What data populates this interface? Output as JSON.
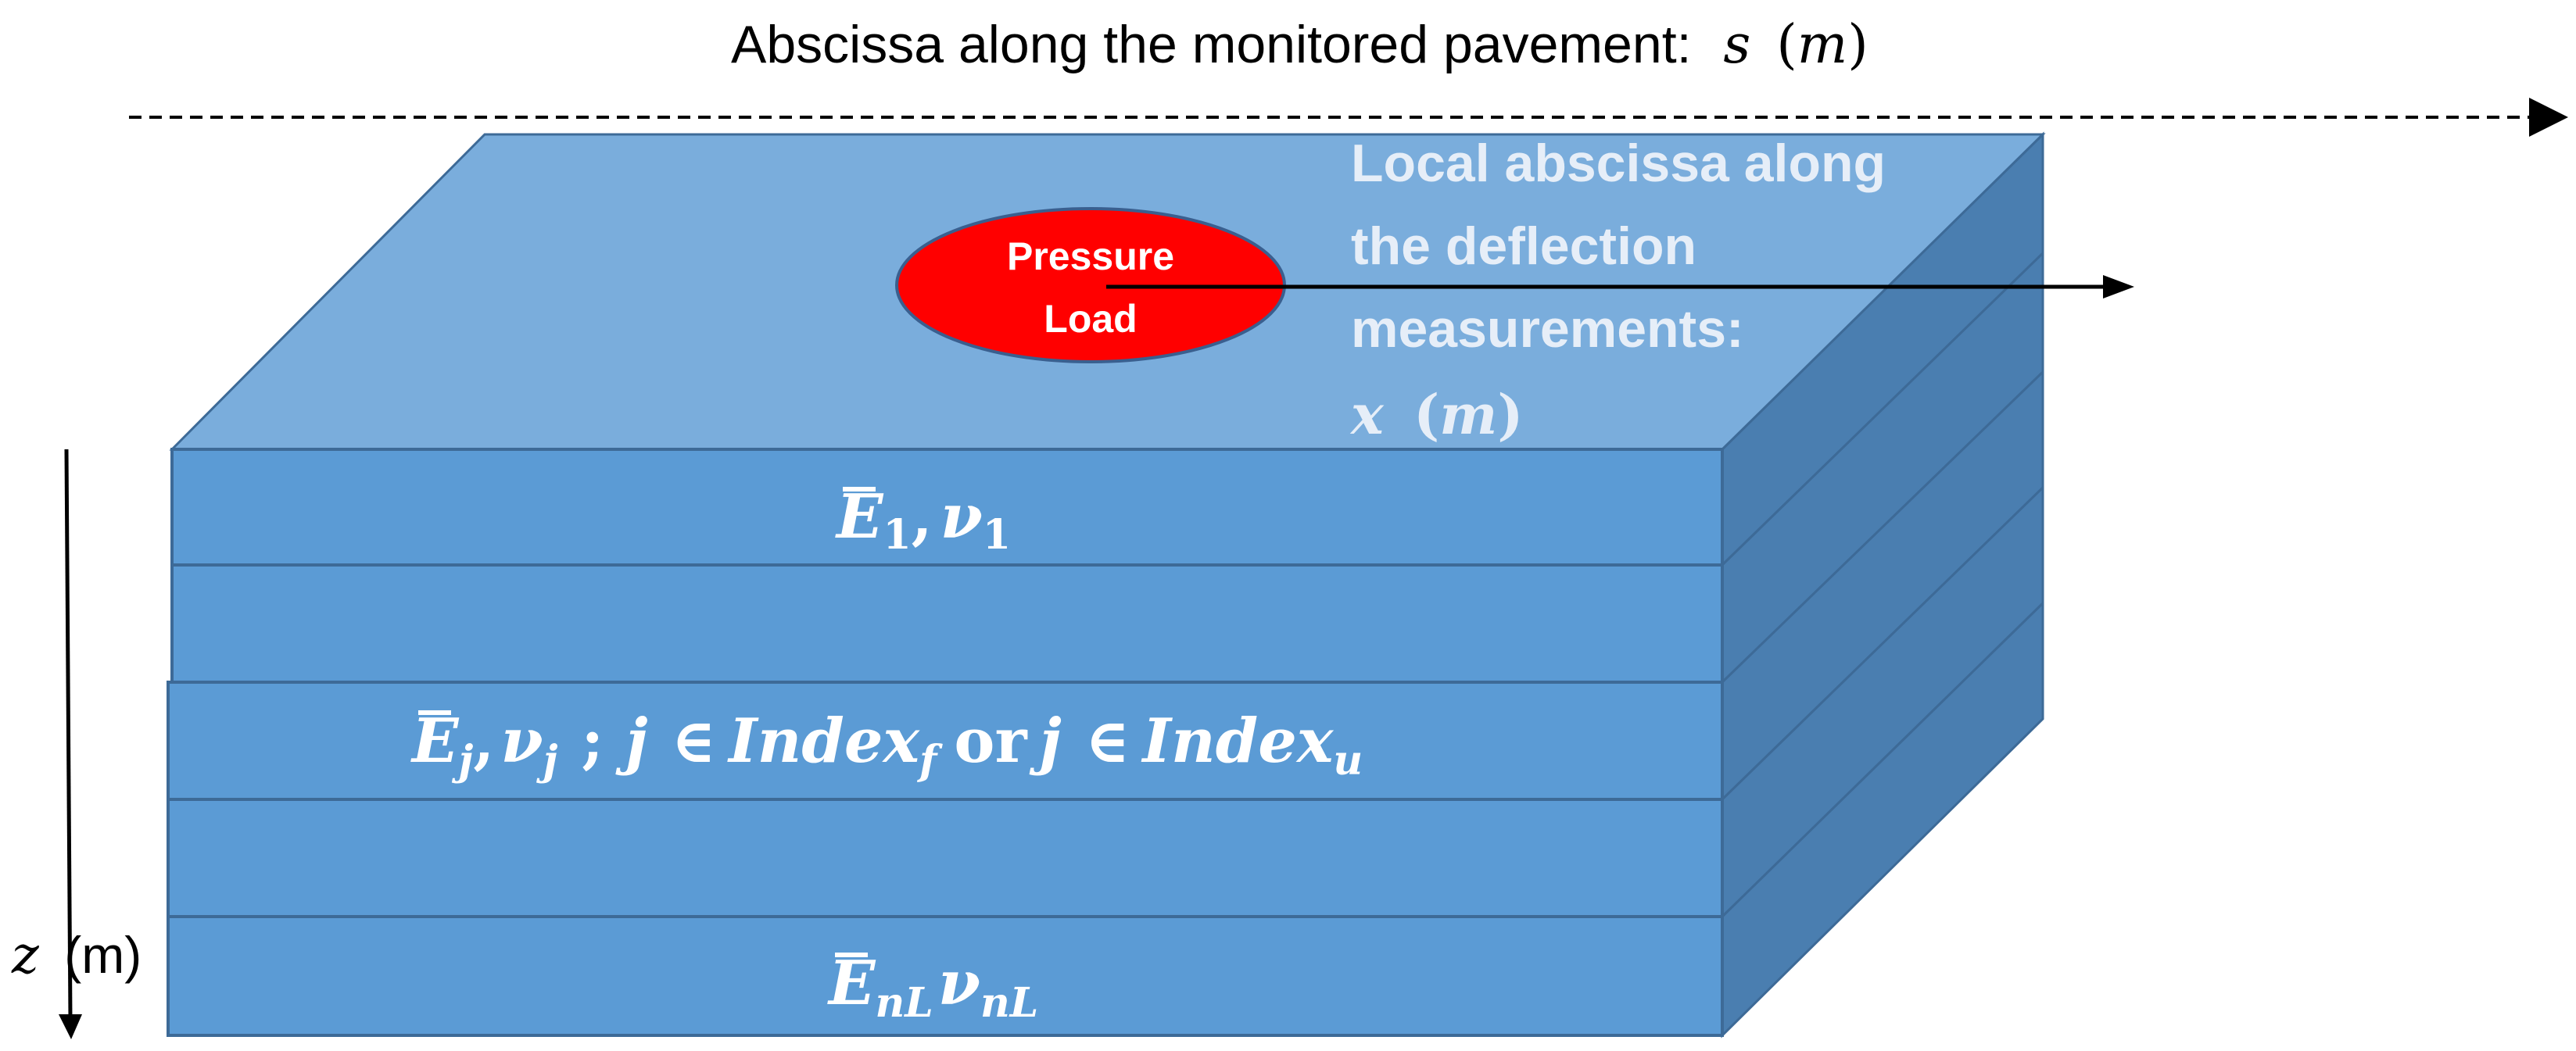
{
  "top_axis": {
    "label": "Abscissa along the monitored pavement:",
    "symbol": "s",
    "unit": "m"
  },
  "load": {
    "label_line1": "Pressure",
    "label_line2": "Load"
  },
  "local_axis": {
    "line1": "Local abscissa along",
    "line2": "the deflection",
    "line3": "measurements:",
    "symbol": "x",
    "unit": "m"
  },
  "depth_axis": {
    "symbol": "z",
    "unit": "m"
  },
  "layers": {
    "layer1": {
      "E": "E",
      "E_sub": "1",
      "nu": "ν",
      "nu_sub": "1",
      "sep": ","
    },
    "layerj": {
      "E": "E",
      "E_sub": "j",
      "nu": "ν",
      "nu_sub": "j",
      "sep": ",",
      "semicolon": ";",
      "cond1_var": "j",
      "in1": "∈",
      "index1": "Index",
      "index1_sub": "f",
      "or": "or",
      "cond2_var": "j",
      "in2": "∈",
      "index2": "Index",
      "index2_sub": "u"
    },
    "layerN": {
      "E": "E",
      "E_sub": "nL",
      "nu": "ν",
      "nu_sub": "nL"
    }
  },
  "colors": {
    "top_face": "#7aaddc",
    "front_face": "#5b9bd5",
    "side_face": "#4a7eb0",
    "edge": "#3d6a97",
    "load_fill": "#ff0000",
    "load_stroke": "#3a5f8f",
    "white_text": "#ffffff",
    "local_text": "#e6eef8",
    "axis": "#000000"
  }
}
